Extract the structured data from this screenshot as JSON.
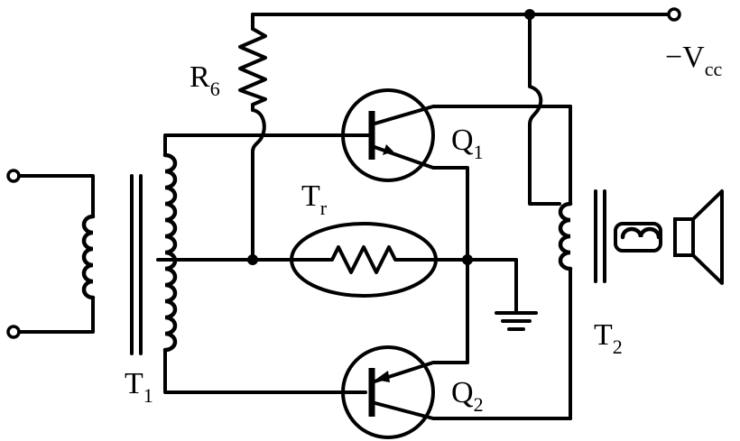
{
  "labels": {
    "r6": {
      "main": "R",
      "sub": "6"
    },
    "vcc": {
      "main": "−V",
      "sub": "cc"
    },
    "q1": {
      "main": "Q",
      "sub": "1"
    },
    "q2": {
      "main": "Q",
      "sub": "2"
    },
    "tr": {
      "main": "T",
      "sub": "r"
    },
    "t1": {
      "main": "T",
      "sub": "1"
    },
    "t2": {
      "main": "T",
      "sub": "2"
    }
  }
}
